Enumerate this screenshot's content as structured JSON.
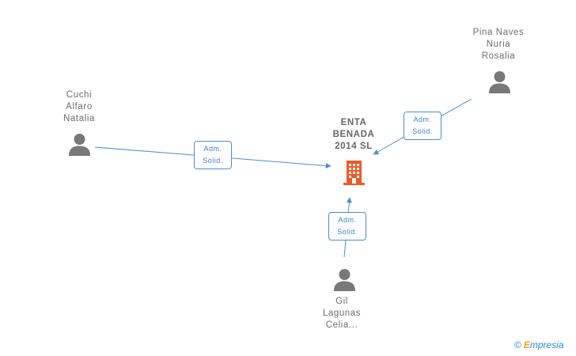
{
  "company": {
    "name_lines": [
      "ENTA",
      "BENADA",
      "2014 SL"
    ],
    "icon": "building-icon",
    "color": "#ee5a24"
  },
  "persons": [
    {
      "name_lines": [
        "Pina Naves",
        "Nuria",
        "Rosalia"
      ],
      "icon": "person-icon"
    },
    {
      "name_lines": [
        "Cuchi",
        "Alfaro",
        "Natalia"
      ],
      "icon": "person-icon"
    },
    {
      "name_lines": [
        "Gil",
        "Lagunas",
        "Celia..."
      ],
      "icon": "person-icon"
    }
  ],
  "edges": [
    {
      "from": "Pina Naves Nuria Rosalia",
      "to": "ENTA BENADA 2014 SL",
      "label_lines": [
        "Adm.",
        "Solid."
      ]
    },
    {
      "from": "Cuchi Alfaro Natalia",
      "to": "ENTA BENADA 2014 SL",
      "label_lines": [
        "Adm.",
        "Solid."
      ]
    },
    {
      "from": "Gil Lagunas Celia...",
      "to": "ENTA BENADA 2014 SL",
      "label_lines": [
        "Adm.",
        "Solid."
      ]
    }
  ],
  "colors": {
    "edge": "#4a8ed6",
    "person": "#787878",
    "text": "#6d6d6d"
  },
  "watermark": {
    "copyright": "©",
    "brand_initial": "E",
    "brand_rest": "mpresia"
  }
}
